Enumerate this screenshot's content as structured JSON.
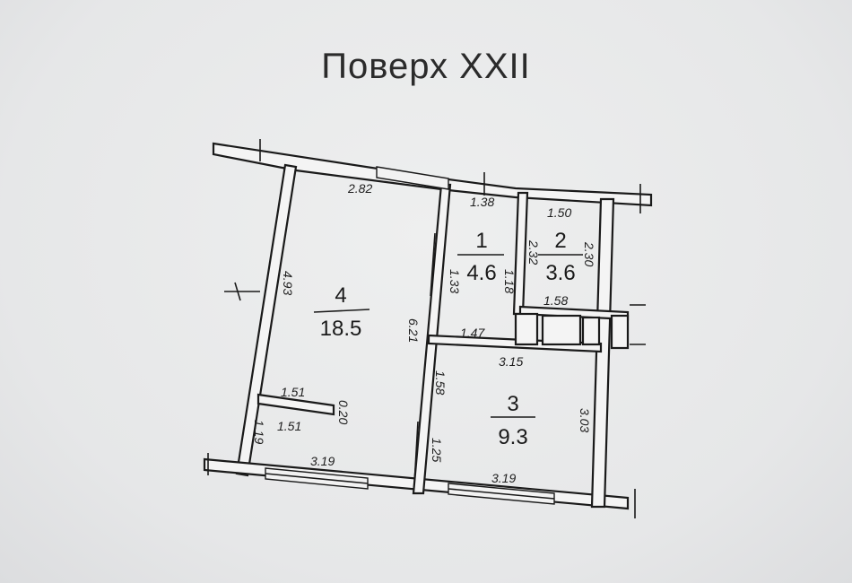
{
  "title": "Поверх XXII",
  "rooms": [
    {
      "number": "1",
      "area": "4.6"
    },
    {
      "number": "2",
      "area": "3.6"
    },
    {
      "number": "3",
      "area": "9.3"
    },
    {
      "number": "4",
      "area": "18.5"
    }
  ],
  "dimensions": {
    "top_room4": "2.82",
    "top_room1": "1.38",
    "top_room2": "1.50",
    "room1_left": "1.33",
    "room1_right": "1.18",
    "room2_left": "2.32",
    "room2_right": "2.30",
    "room2_bottom": "1.58",
    "corridor": "1.47",
    "room3_top": "3.15",
    "room3_right": "3.03",
    "room3_left_upper": "1.58",
    "room3_left_lower": "1.25",
    "room3_bottom": "3.19",
    "room4_left": "4.93",
    "room4_right": "6.21",
    "room4_bottom": "3.19",
    "room4_lower_left": "1.19",
    "partition_top": "1.51",
    "partition_bottom": "1.51",
    "partition_side": "0.20"
  }
}
